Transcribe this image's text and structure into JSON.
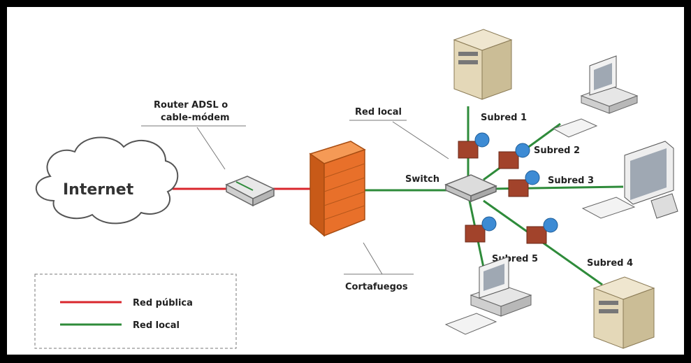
{
  "labels": {
    "internet": "Internet",
    "router": [
      "Router ADSL o",
      "cable-módem"
    ],
    "red_local_title": "Red local",
    "switch": "Switch",
    "firewall": "Cortafuegos",
    "subred1": "Subred 1",
    "subred2": "Subred 2",
    "subred3": "Subred 3",
    "subred4": "Subred 4",
    "subred5": "Subred 5"
  },
  "legend": {
    "items": [
      {
        "label": "Red pública",
        "color": "#d9262c"
      },
      {
        "label": "Red local",
        "color": "#2e8b3a"
      }
    ]
  },
  "colors": {
    "public_link": "#d9262c",
    "local_link": "#2e8b3a",
    "firewall": "#e8702a"
  }
}
